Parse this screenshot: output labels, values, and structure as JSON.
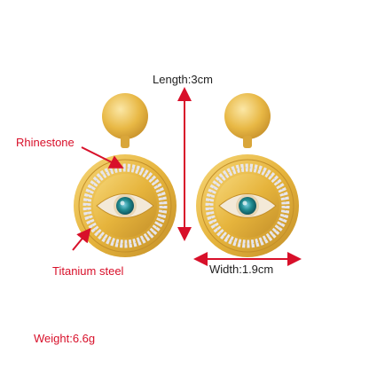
{
  "labels": {
    "rhinestone": "Rhinestone",
    "material": "Titanium steel",
    "length": "Length:3cm",
    "width": "Width:1.9cm",
    "weight": "Weight:6.6g"
  },
  "colors": {
    "annotation": "#d8102a",
    "text_dark": "#222222",
    "gold": "#e6b43c",
    "gold_dark": "#c4902a",
    "eye_center": "#1f8a8f"
  }
}
